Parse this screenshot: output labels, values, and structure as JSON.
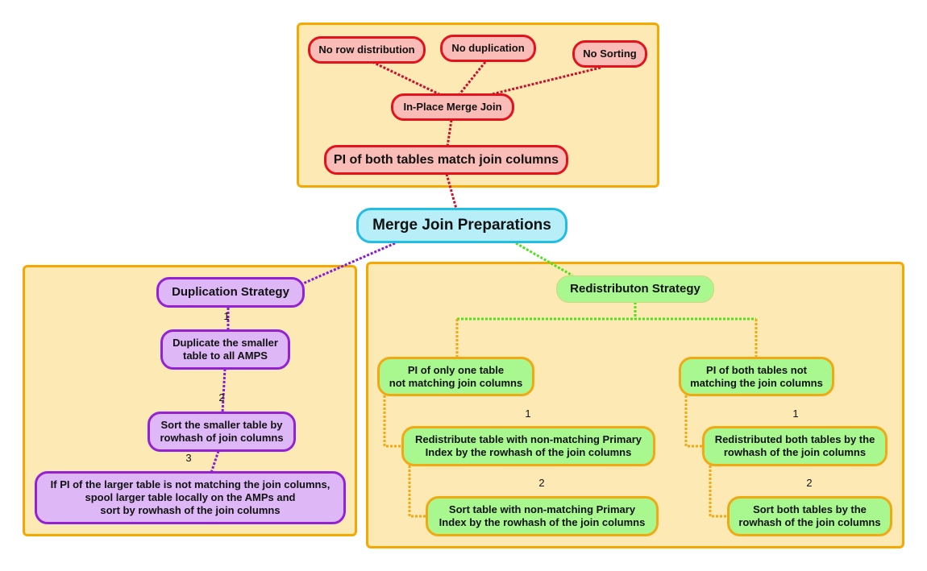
{
  "colors": {
    "group_bg": "#fde9b4",
    "group_border": "#f5a800",
    "red_fill": "#f9bcb6",
    "red_border": "#e3121c",
    "cyan_fill": "#b7eef7",
    "cyan_border": "#22bde7",
    "purple_fill": "#deb8f6",
    "purple_border": "#9421d6",
    "green_fill": "#a8f78f",
    "green_border": "#f2a911"
  },
  "root": {
    "label": "Merge Join Preparations"
  },
  "in_place": {
    "no_row_distribution": "No row distribution",
    "no_duplication": "No duplication",
    "no_sorting": "No Sorting",
    "merge_join": "In-Place Merge Join",
    "pi_match": "PI of both tables match join columns"
  },
  "duplication": {
    "title": "Duplication Strategy",
    "step1_num": "1",
    "step1": "Duplicate the smaller\ntable to all AMPS",
    "step2_num": "2",
    "step2": "Sort the smaller table by\nrowhash of join columns",
    "step3_num": "3",
    "step3": "If PI of the larger table is not matching the join columns,\nspool larger table locally on the AMPs and\nsort by rowhash of the join columns"
  },
  "redistribution": {
    "title": "Redistributon Strategy",
    "left": {
      "title": "PI of only one table\nnot matching join columns",
      "step1_num": "1",
      "step1": "Redistribute table with non-matching Primary\nIndex by the rowhash of the join columns",
      "step2_num": "2",
      "step2": "Sort table with non-matching Primary\nIndex by the rowhash of the join columns"
    },
    "right": {
      "title": "PI of both tables not\nmatching the join columns",
      "step1_num": "1",
      "step1": "Redistributed both tables by the\nrowhash of the join columns",
      "step2_num": "2",
      "step2": "Sort both tables by the\nrowhash of the join columns"
    }
  }
}
